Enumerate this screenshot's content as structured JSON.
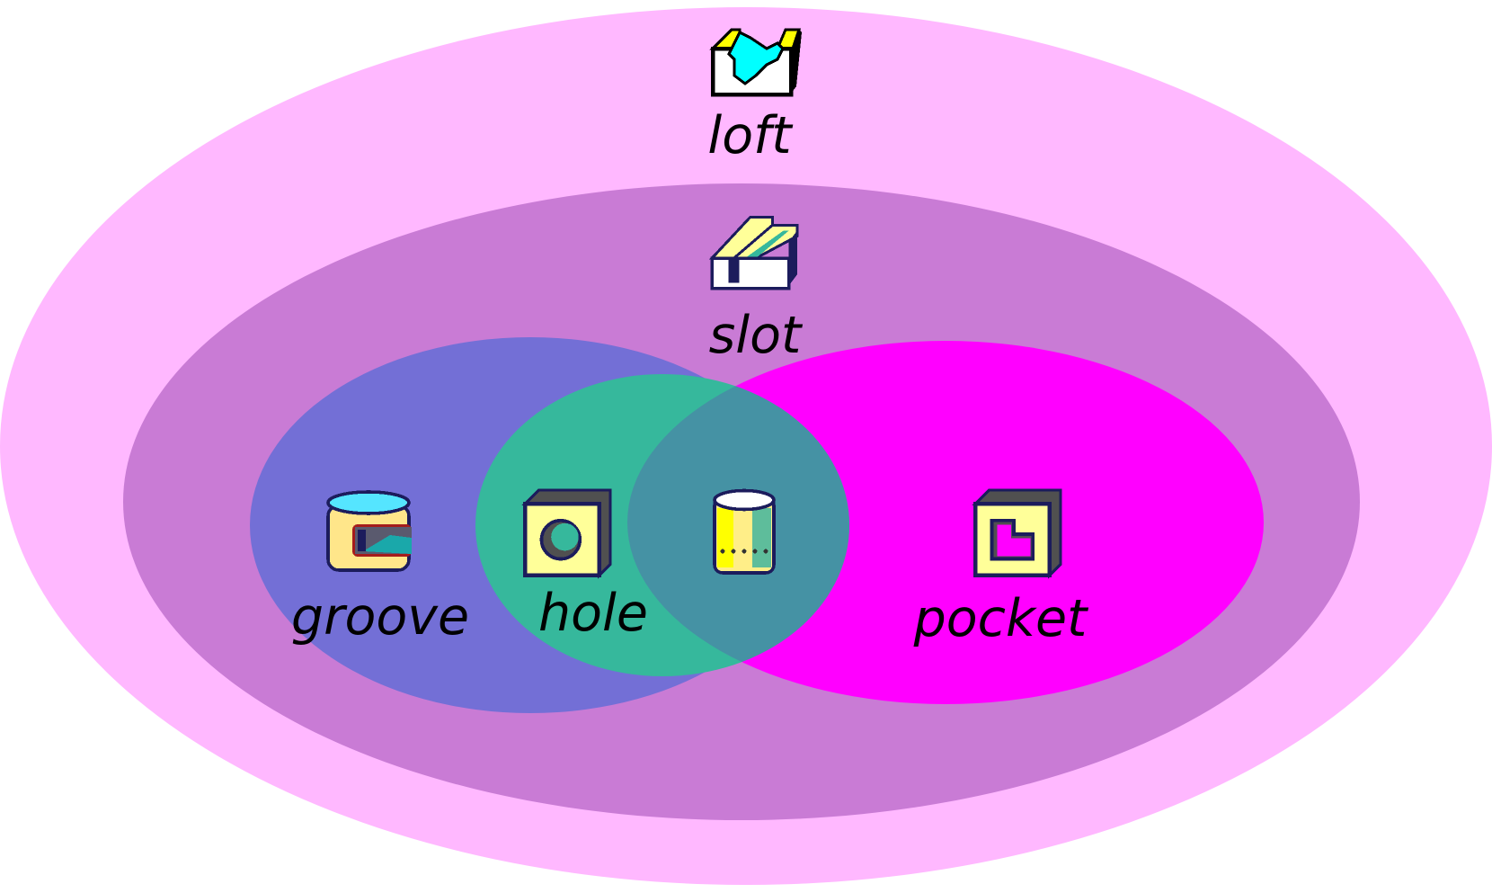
{
  "diagram": {
    "title": "Feature type hierarchy",
    "sets": [
      {
        "id": "loft",
        "label": "loft",
        "color": "#ffb8ff",
        "icon": "loft-icon"
      },
      {
        "id": "slot",
        "label": "slot",
        "color": "#c97bd5",
        "icon": "slot-icon",
        "parent": "loft"
      },
      {
        "id": "groove",
        "label": "groove",
        "color": "#736fd6",
        "icon": "groove-icon",
        "parent": "slot"
      },
      {
        "id": "hole",
        "label": "hole",
        "color": "#36b89c",
        "icon": "hole-icon",
        "parent": "slot"
      },
      {
        "id": "pocket",
        "label": "pocket",
        "color": "#ff00ff",
        "icon": "pocket-icon",
        "parent": "slot"
      }
    ],
    "intersections": [
      {
        "sets": [
          "hole",
          "pocket"
        ],
        "color": "#4592a4",
        "icon": "cylinder-hole-icon"
      }
    ]
  }
}
